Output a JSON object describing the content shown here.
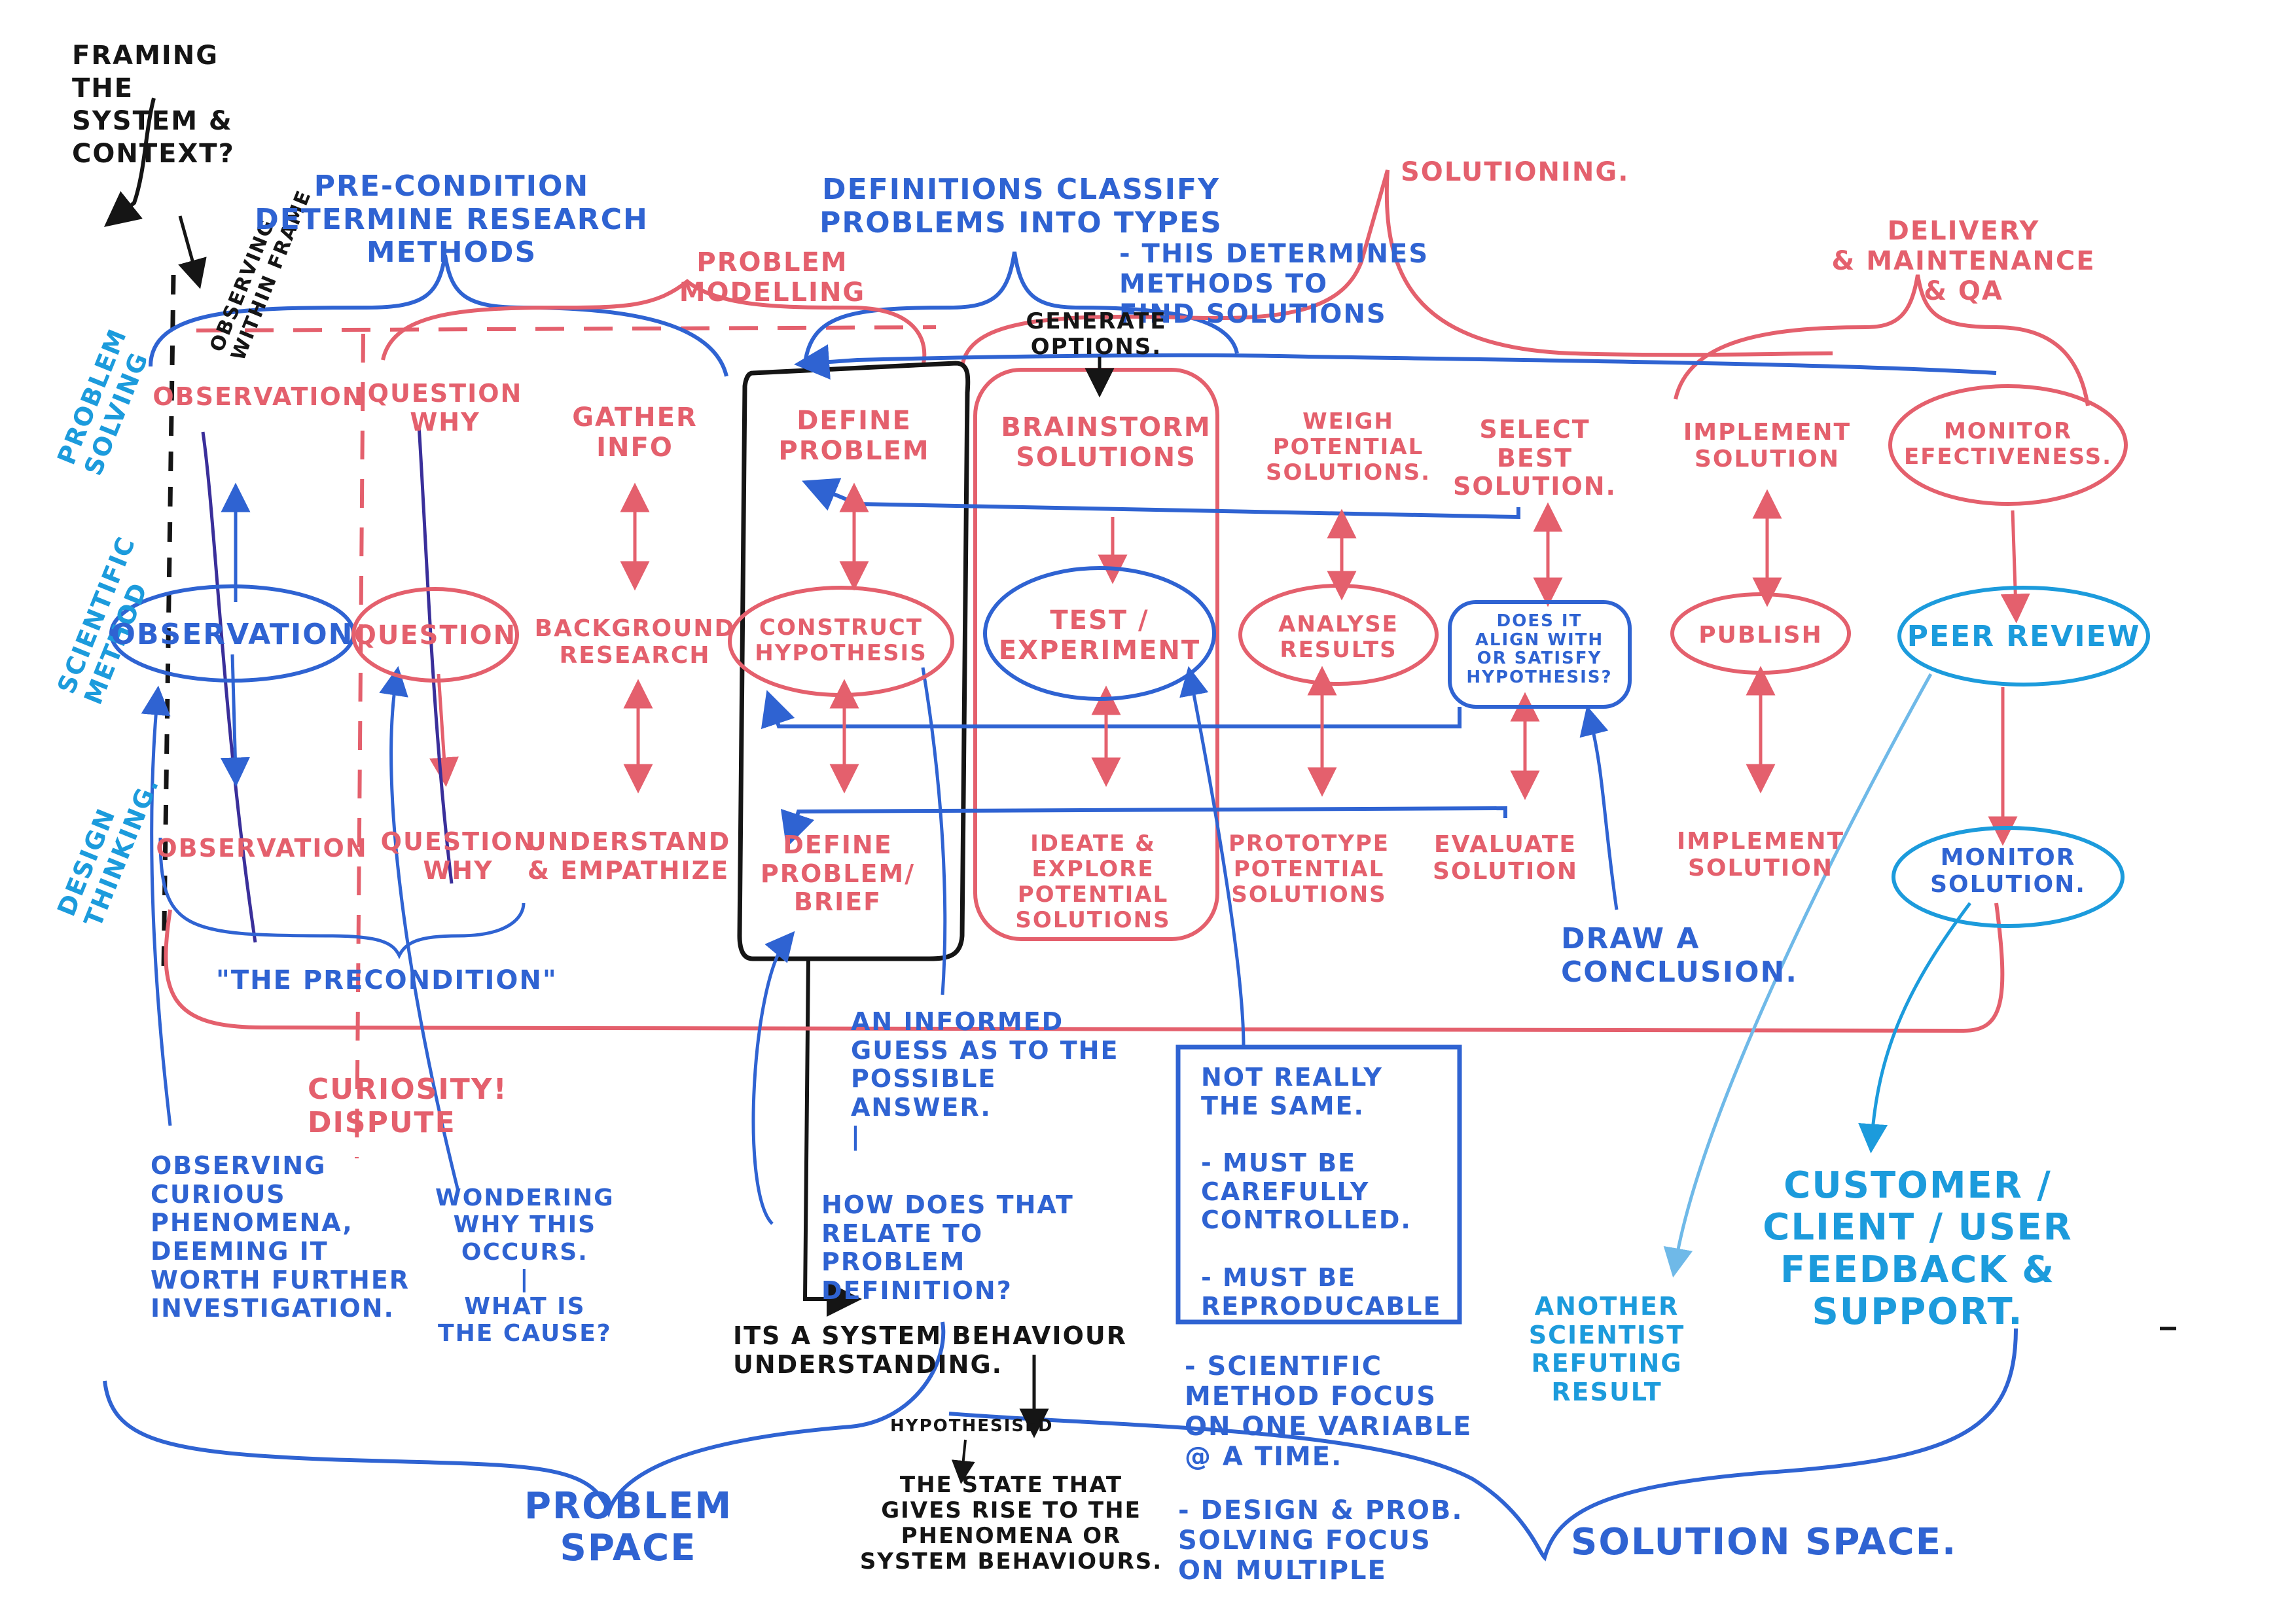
{
  "colors": {
    "red": "#e4606d",
    "blue": "#2f63d2",
    "cyan": "#1c9bdc",
    "black": "#151515"
  },
  "margin_notes": {
    "framing": "FRAMING\nTHE\nSYSTEM &\nCONTEXT?",
    "observing_within_frame": "OBSERVING\nWITHIN FRAME"
  },
  "row_labels": {
    "problem_solving": "PROBLEM\nSOLVING",
    "scientific_method": "SCIENTIFIC\nMETHOD",
    "design_thinking": "DESIGN\nTHINKING."
  },
  "headers": {
    "precondition": "PRE-CONDITION\nDETERMINE  RESEARCH\nMETHODS",
    "definitions": "DEFINITIONS  CLASSIFY\nPROBLEMS  INTO  TYPES",
    "determines": "- THIS DETERMINES\nMETHODS TO\nFIND SOLUTIONS",
    "problem_modelling": "PROBLEM\nMODELLING",
    "solutioning": "SOLUTIONING.",
    "delivery": "DELIVERY\n& MAINTENANCE\n& QA",
    "generate_options": "GENERATE\nOPTIONS."
  },
  "problem_solving_row": {
    "observation": "OBSERVATION",
    "question": "QUESTION\nWHY",
    "gather": "GATHER\nINFO",
    "define": "DEFINE\nPROBLEM",
    "brainstorm": "BRAINSTORM\nSOLUTIONS",
    "weigh": "WEIGH\nPOTENTIAL\nSOLUTIONS.",
    "select": "SELECT\nBEST\nSOLUTION.",
    "implement": "IMPLEMENT\nSOLUTION",
    "monitor": "MONITOR\nEFECTIVENESS."
  },
  "scientific_method_row": {
    "observation": "OBSERVATION",
    "question": "QUESTION",
    "background": "BACKGROUND\nRESEARCH",
    "hypothesis": "CONSTRUCT\nHYPOTHESIS",
    "test": "TEST /\nEXPERIMENT",
    "analyse": "ANALYSE\nRESULTS",
    "align": "DOES IT\nALIGN WITH\nOR SATISFY\nHYPOTHESIS?",
    "publish": "PUBLISH",
    "peer": "PEER REVIEW"
  },
  "design_thinking_row": {
    "observation": "OBSERVATION",
    "question": "QUESTION\nWHY",
    "understand": "UNDERSTAND\n& EMPATHIZE",
    "define": "DEFINE\nPROBLEM/\nBRIEF",
    "ideate": "IDEATE &\nEXPLORE\nPOTENTIAL\nSOLUTIONS",
    "prototype": "PROTOTYPE\nPOTENTIAL\nSOLUTIONS",
    "evaluate": "EVALUATE\nSOLUTION",
    "implement": "IMPLEMENT\nSOLUTION",
    "monitor": "MONITOR\nSOLUTION."
  },
  "annotations": {
    "precondition_quote": "\"THE PRECONDITION\"",
    "curiosity": "CURIOSITY!\nDISPUTE",
    "observing_curious": "OBSERVING\nCURIOUS\nPHENOMENA,\nDEEMING IT\nWORTH FURTHER\nINVESTIGATION.",
    "wondering": "WONDERING\nWHY THIS\nOCCURS.\n|\nWHAT IS\nTHE CAUSE?",
    "informed_guess": "AN INFORMED\nGUESS AS TO THE\nPOSSIBLE\nANSWER.\n|",
    "relate": "HOW DOES THAT\nRELATE TO\nPROBLEM\nDEFINITION?",
    "system_behaviour": "ITS A SYSTEM BEHAVIOUR\nUNDERSTANDING.",
    "hypothesised": "HYPOTHESISED",
    "state": "THE STATE THAT\nGIVES RISE TO THE\nPHENOMENA OR\nSYSTEM BEHAVIOURS.",
    "not_same": "NOT REALLY\nTHE SAME.\n\n- MUST BE\nCAREFULLY\nCONTROLLED.\n\n- MUST BE\nREPRODUCABLE",
    "scientific_focus": "- SCIENTIFIC\nMETHOD FOCUS\nON ONE VARIABLE\n@ A TIME.",
    "design_focus": "- DESIGN & PROB.\nSOLVING FOCUS\nON MULTIPLE",
    "draw_conclusion": "DRAW A\nCONCLUSION.",
    "feedback": "CUSTOMER / CLIENT / USER\nFEEDBACK &\nSUPPORT.",
    "another_scientist": "ANOTHER\nSCIENTIST\nREFUTING\nRESULT"
  },
  "spaces": {
    "problem": "PROBLEM\nSPACE",
    "solution": "SOLUTION SPACE."
  }
}
